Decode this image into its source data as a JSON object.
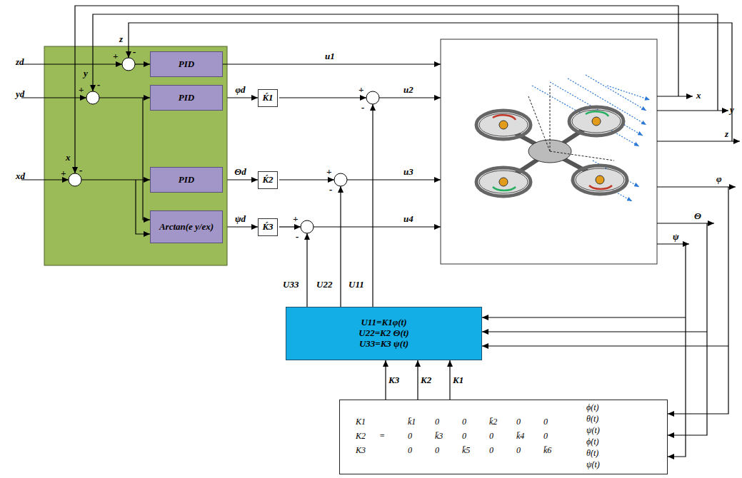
{
  "diagram": {
    "nodes": [
      {
        "text": [
          "PID"
        ]
      },
      {
        "text": [
          "PID"
        ]
      },
      {
        "text": [
          "PID"
        ]
      },
      {
        "text": [
          "Arctan(e y/ex)"
        ]
      },
      {
        "text": [
          "Ḱ1"
        ]
      },
      {
        "text": [
          "Ḱ2"
        ]
      },
      {
        "text": [
          "Ḱ3"
        ]
      },
      {
        "text": [
          "U11=K1φ(t)",
          "U22=K2 Θ(t)",
          "U33=K3 ψ(t)"
        ]
      },
      {
        "text": [
          "K1",
          "K2",
          "K3",
          "=",
          "k̄1",
          "0",
          "0",
          "k̄2",
          "0",
          "0",
          "0",
          "k̄3",
          "0",
          "0",
          "k̄4",
          "0",
          "0",
          "0",
          "k̄5",
          "0",
          "0",
          "k̄6",
          "ϕ(t)",
          "θ(t)",
          "ψ(t)",
          "ϕ̇(t)",
          "θ̇(t)",
          "ψ̇(t)"
        ]
      }
    ],
    "edges": [
      {
        "from": 1,
        "to": 4,
        "label": "φd",
        "arrow": "to"
      },
      {
        "from": 2,
        "to": 5,
        "label": "Θd",
        "arrow": "to"
      },
      {
        "from": 3,
        "to": 6,
        "label": "ψd",
        "arrow": "to"
      },
      {
        "from": 8,
        "to": 7,
        "label": "K3",
        "arrow": "to"
      },
      {
        "from": 8,
        "to": 7,
        "label": "K2",
        "arrow": "to"
      },
      {
        "from": 8,
        "to": 7,
        "label": "K1",
        "arrow": "to"
      }
    ],
    "labels": [
      "zd",
      "+",
      "-",
      "z",
      "yd",
      "+",
      "-",
      "y",
      "xd",
      "+",
      "-",
      "x",
      "+",
      "-",
      "+",
      "-",
      "+",
      "-",
      "u1",
      "u2",
      "u3",
      "u4",
      "x",
      "y",
      "z",
      "φ",
      "Θ",
      "ψ",
      "U33",
      "U22",
      "U11"
    ]
  }
}
